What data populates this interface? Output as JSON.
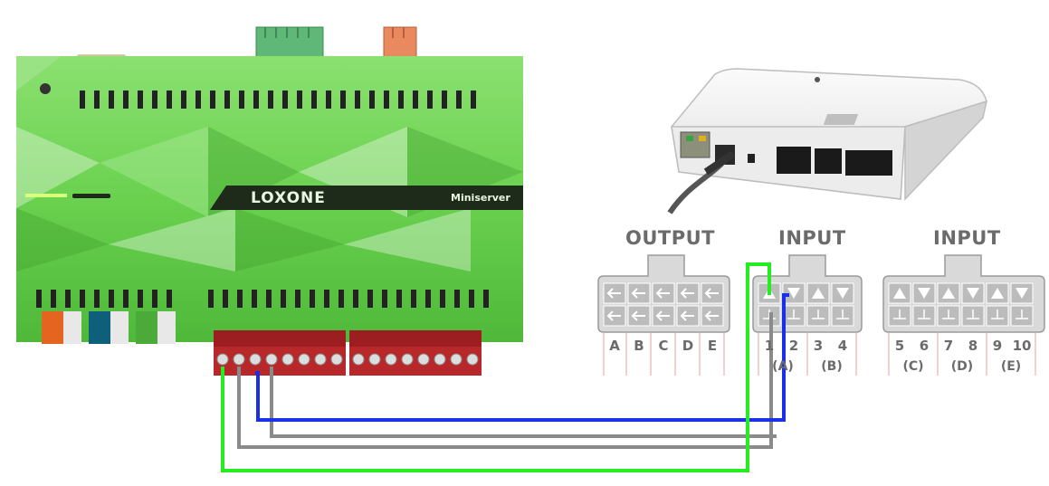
{
  "miniserver": {
    "brand": "LOXONE",
    "model": "Miniserver",
    "body_color": "#6fd35a",
    "terminal_color": "#b8282a"
  },
  "extension": {
    "body_color": "#f2f2f2"
  },
  "connectors": [
    {
      "title": "OUTPUT",
      "pins": [
        "A",
        "B",
        "C",
        "D",
        "E"
      ],
      "groups": []
    },
    {
      "title": "INPUT",
      "pins": [
        "1",
        "2",
        "3",
        "4"
      ],
      "groups": [
        "(A)",
        "(B)"
      ]
    },
    {
      "title": "INPUT",
      "pins": [
        "5",
        "6",
        "7",
        "8",
        "9",
        "10"
      ],
      "groups": [
        "(C)",
        "(D)",
        "(E)"
      ]
    }
  ],
  "wires": {
    "green": "#22ee22",
    "blue": "#1a2fe8",
    "gray": "#8a8a8a"
  },
  "icons": [
    "arrow-left-icon",
    "triangle-up-icon",
    "triangle-down-icon",
    "ground-icon"
  ]
}
